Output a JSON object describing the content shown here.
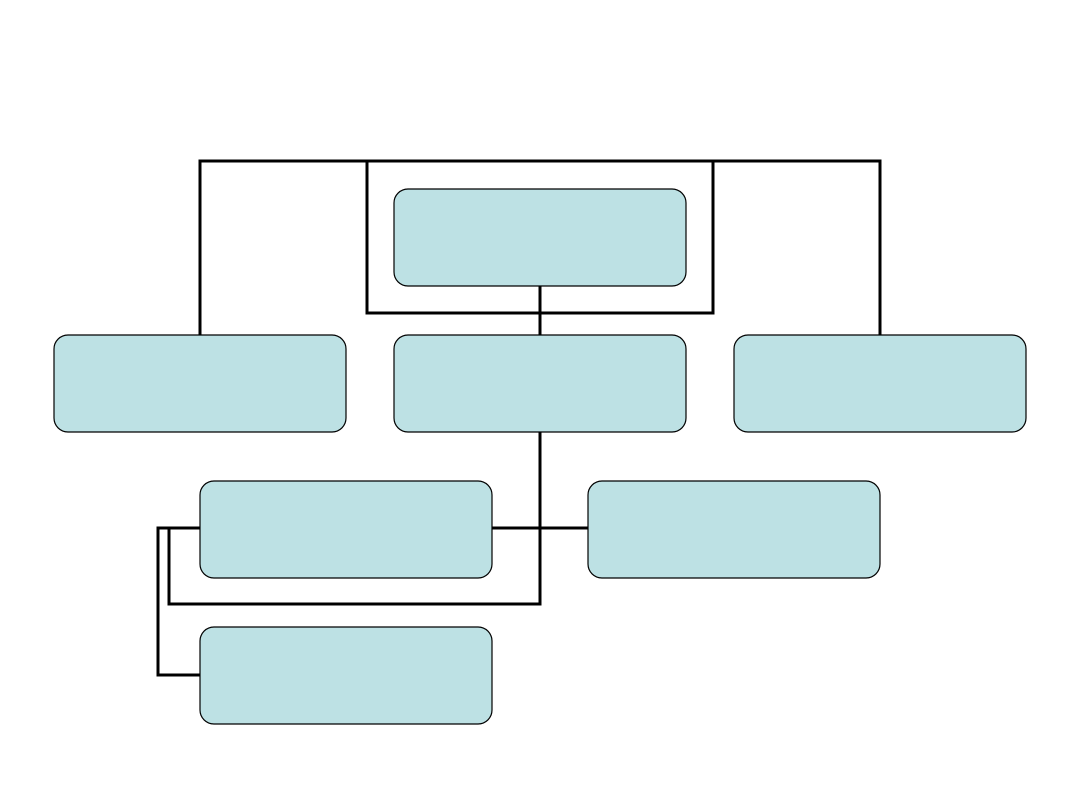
{
  "diagram": {
    "type": "org-chart",
    "colors": {
      "node_fill": "#bde1e4",
      "node_stroke": "#000000",
      "connector": "#000000",
      "background": "#ffffff"
    },
    "nodes": [
      {
        "id": "top",
        "label": "",
        "level": 0
      },
      {
        "id": "left",
        "label": "",
        "level": 1
      },
      {
        "id": "center",
        "label": "",
        "level": 1
      },
      {
        "id": "right",
        "label": "",
        "level": 1
      },
      {
        "id": "sub-left",
        "label": "",
        "level": 2
      },
      {
        "id": "sub-right",
        "label": "",
        "level": 2
      },
      {
        "id": "sub-bottom",
        "label": "",
        "level": 3
      }
    ],
    "edges": [
      {
        "from": "top",
        "to": "center"
      },
      {
        "from": "top",
        "to": "left"
      },
      {
        "from": "top",
        "to": "right"
      },
      {
        "from": "center",
        "to": "sub-left"
      },
      {
        "from": "center",
        "to": "sub-right"
      },
      {
        "from": "sub-left",
        "to": "sub-bottom"
      }
    ]
  }
}
